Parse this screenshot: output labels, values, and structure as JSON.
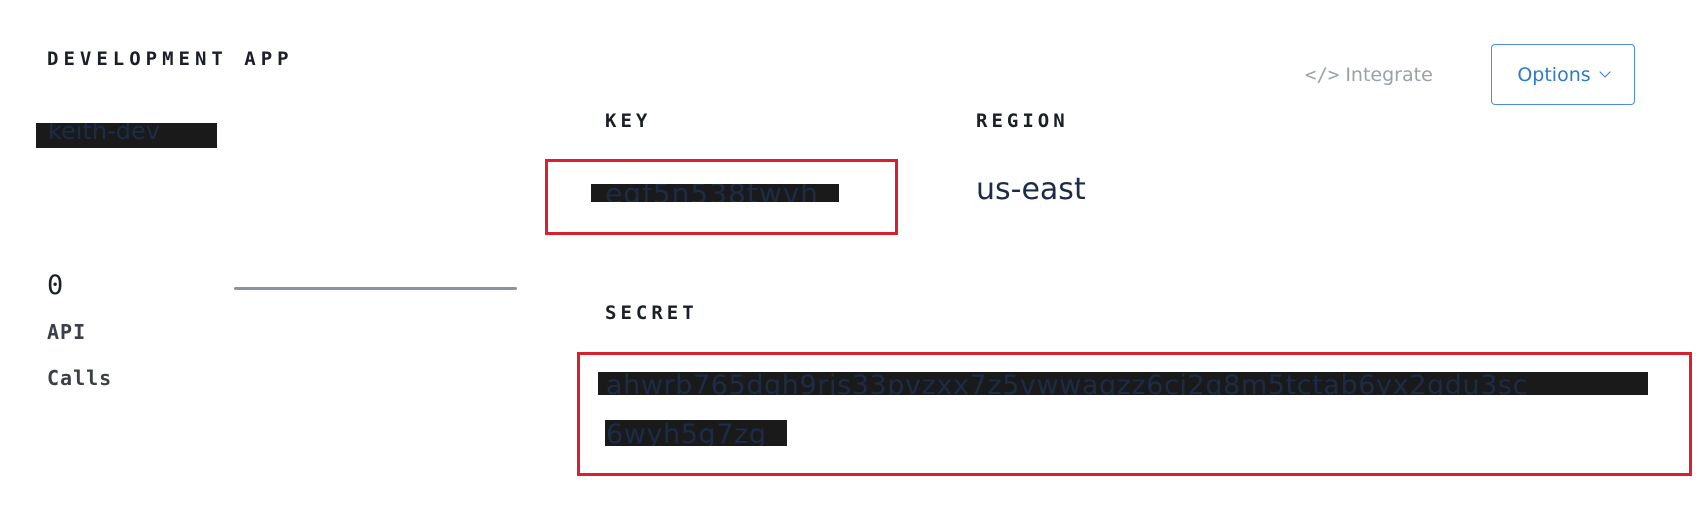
{
  "app": {
    "heading": "DEVELOPMENT APP",
    "name": "keith-dev"
  },
  "stats": {
    "api_calls_value": "0",
    "api_calls_label_line1": "API",
    "api_calls_label_line2": "Calls"
  },
  "credentials": {
    "key_label": "KEY",
    "key_value": "egf5n538twvh",
    "region_label": "REGION",
    "region_value": "us-east",
    "secret_label": "SECRET",
    "secret_value_line1": "ahwrb765dgh9rjs33pvzxx7z5vwwaqzz6cj2q8m5tctab6yx2gdu3sc",
    "secret_value_line2": "6wyh5g7zg"
  },
  "toolbar": {
    "integrate_icon": "</>",
    "integrate_label": "Integrate",
    "options_label": "Options"
  },
  "colors": {
    "highlight": "#d9202f",
    "accent": "#2f79cf",
    "redaction": "#1a1a1a"
  },
  "icons": {
    "integrate": "code-icon",
    "options": "chevron-down-icon"
  }
}
